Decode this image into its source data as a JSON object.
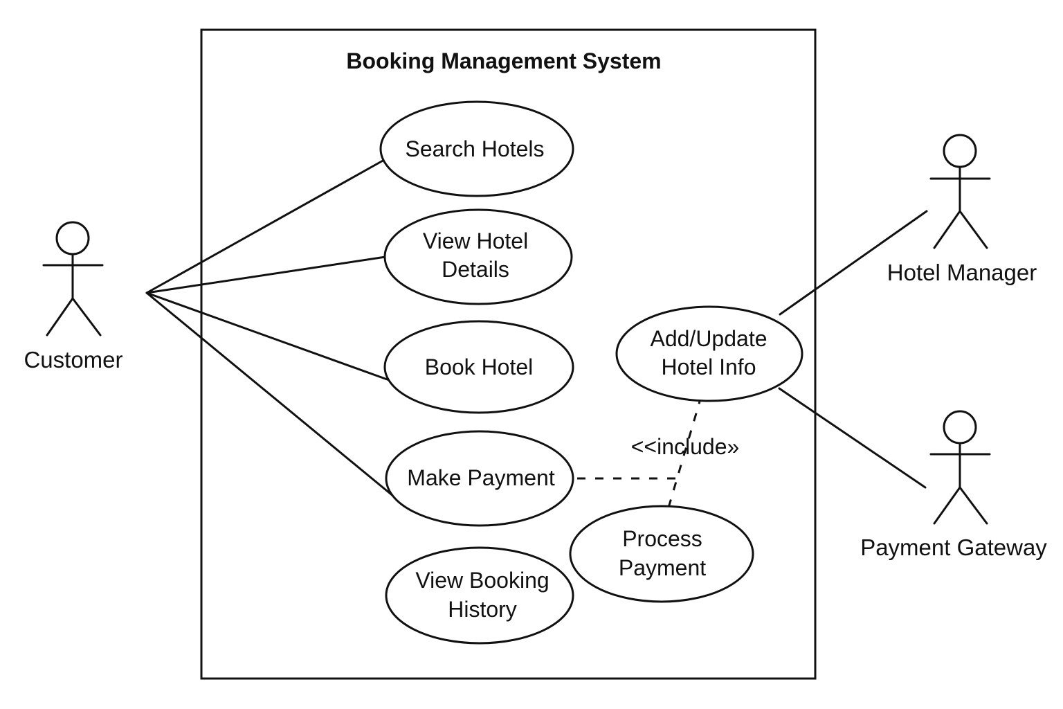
{
  "diagram": {
    "system_title": "Booking Management System",
    "actors": {
      "customer": "Customer",
      "hotel_manager": "Hotel Manager",
      "payment_gateway": "Payment Gateway"
    },
    "use_cases": {
      "search_hotels": [
        "Search Hotels"
      ],
      "view_hotel_details": [
        "View Hotel",
        "Details"
      ],
      "book_hotel": [
        "Book Hotel"
      ],
      "make_payment": [
        "Make Payment"
      ],
      "view_booking_history": [
        "View Booking",
        "History"
      ],
      "add_update_hotel_info": [
        "Add/Update",
        "Hotel Info"
      ],
      "process_payment": [
        "Process",
        "Payment"
      ]
    },
    "relationship_label": "<<include»",
    "associations": [
      [
        "customer",
        "search_hotels"
      ],
      [
        "customer",
        "view_hotel_details"
      ],
      [
        "customer",
        "book_hotel"
      ],
      [
        "customer",
        "make_payment"
      ],
      [
        "hotel_manager",
        "add_update_hotel_info"
      ],
      [
        "payment_gateway",
        "add_update_hotel_info"
      ]
    ],
    "dependencies": [
      [
        "make_payment",
        "process_payment"
      ],
      [
        "process_payment",
        "add_update_hotel_info"
      ]
    ]
  }
}
